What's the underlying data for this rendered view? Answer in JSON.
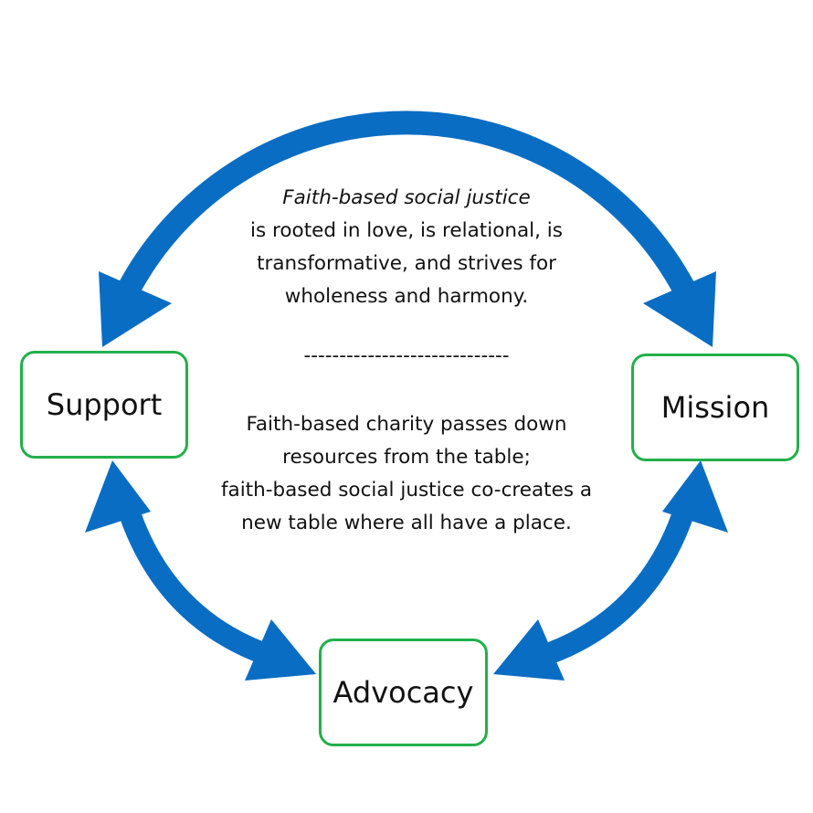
{
  "colors": {
    "arrow": "#0a6dc4",
    "node_border": "#22b04b",
    "text": "#111111",
    "background": "#ffffff"
  },
  "nodes": {
    "support": "Support",
    "mission": "Mission",
    "advocacy": "Advocacy"
  },
  "center": {
    "justice_title": "Faith-based social justice",
    "justice_lines": [
      "is rooted in love, is relational, is",
      "transformative, and strives for",
      "wholeness and harmony."
    ],
    "divider": "-----------------------------",
    "charity_lines": [
      "Faith-based charity passes down",
      "resources from the table;",
      "faith-based social justice co-creates a",
      "new table where all have a place."
    ]
  }
}
